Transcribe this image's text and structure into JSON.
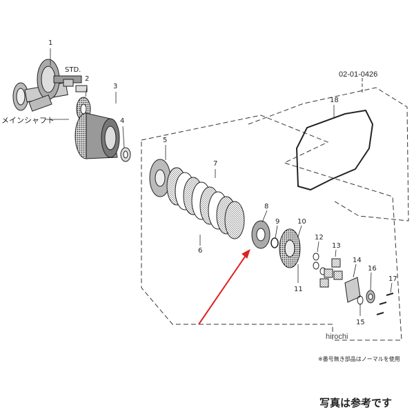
{
  "diagram": {
    "part_code": "02-01-0426",
    "main_shaft_label": "メインシャフト",
    "std_label": "STD.",
    "part_numbers": [
      "1",
      "2",
      "3",
      "4",
      "5",
      "6",
      "7",
      "8",
      "9",
      "10",
      "11",
      "12",
      "13",
      "14",
      "15",
      "16",
      "17",
      "18"
    ],
    "brand": "hirochi",
    "footnote": "※番号無き部品はノーマルを使用",
    "caption": "写真は参考です",
    "arrow_color": "#e02020"
  }
}
